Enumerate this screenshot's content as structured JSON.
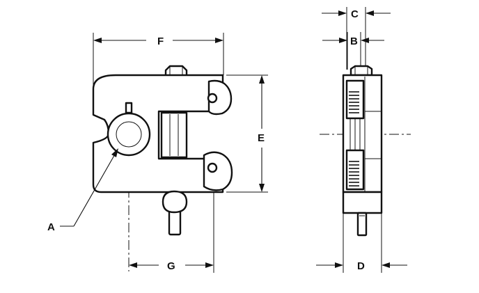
{
  "diagram": {
    "front_view": {
      "dimension_labels": {
        "F": "F",
        "E": "E",
        "G": "G",
        "A": "A"
      }
    },
    "side_view": {
      "dimension_labels": {
        "C": "C",
        "B": "B",
        "D": "D"
      }
    }
  }
}
